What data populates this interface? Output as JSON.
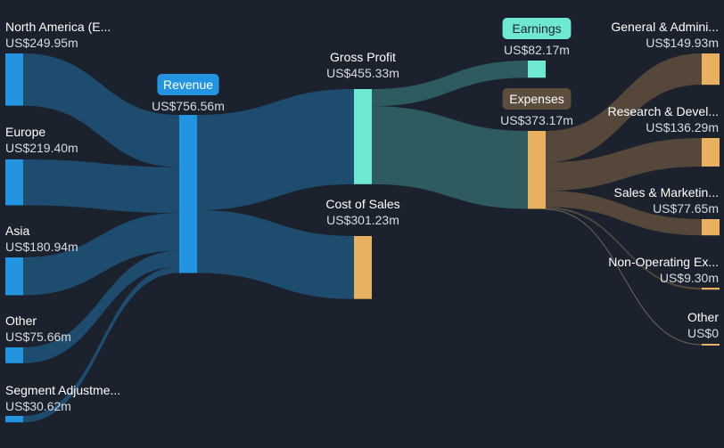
{
  "chart_data": {
    "type": "sankey",
    "currency": "US$",
    "colors": {
      "background": "#1b222d",
      "revenue": "#2394df",
      "profit": "#6fe8d1",
      "cost": "#e7b15f",
      "revenue_link": "#1f4f72",
      "profit_link": "#2f5f63",
      "cost_link": "#594b3c"
    },
    "nodes": [
      {
        "id": "na",
        "name": "North America (E...",
        "value": 249.95,
        "display": "US$249.95m",
        "kind": "revenue"
      },
      {
        "id": "eu",
        "name": "Europe",
        "value": 219.4,
        "display": "US$219.40m",
        "kind": "revenue"
      },
      {
        "id": "asia",
        "name": "Asia",
        "value": 180.94,
        "display": "US$180.94m",
        "kind": "revenue"
      },
      {
        "id": "other_in",
        "name": "Other",
        "value": 75.66,
        "display": "US$75.66m",
        "kind": "revenue"
      },
      {
        "id": "seg",
        "name": "Segment Adjustme...",
        "value": 30.62,
        "display": "US$30.62m",
        "kind": "revenue"
      },
      {
        "id": "rev",
        "name": "Revenue",
        "value": 756.56,
        "display": "US$756.56m",
        "kind": "revenue",
        "pill": true
      },
      {
        "id": "gp",
        "name": "Gross Profit",
        "value": 455.33,
        "display": "US$455.33m",
        "kind": "profit"
      },
      {
        "id": "cos",
        "name": "Cost of Sales",
        "value": 301.23,
        "display": "US$301.23m",
        "kind": "cost"
      },
      {
        "id": "earn",
        "name": "Earnings",
        "value": 82.17,
        "display": "US$82.17m",
        "kind": "profit",
        "pill": true
      },
      {
        "id": "exp",
        "name": "Expenses",
        "value": 373.17,
        "display": "US$373.17m",
        "kind": "cost",
        "pill": true
      },
      {
        "id": "ga",
        "name": "General & Admini...",
        "value": 149.93,
        "display": "US$149.93m",
        "kind": "cost"
      },
      {
        "id": "rd",
        "name": "Research & Devel...",
        "value": 136.29,
        "display": "US$136.29m",
        "kind": "cost"
      },
      {
        "id": "sm",
        "name": "Sales & Marketin...",
        "value": 77.65,
        "display": "US$77.65m",
        "kind": "cost"
      },
      {
        "id": "nonop",
        "name": "Non-Operating Ex...",
        "value": 9.3,
        "display": "US$9.30m",
        "kind": "cost"
      },
      {
        "id": "other_out",
        "name": "Other",
        "value": 0,
        "display": "US$0",
        "kind": "cost"
      }
    ],
    "links": [
      {
        "source": "na",
        "target": "rev",
        "value": 249.95
      },
      {
        "source": "eu",
        "target": "rev",
        "value": 219.4
      },
      {
        "source": "asia",
        "target": "rev",
        "value": 180.94
      },
      {
        "source": "other_in",
        "target": "rev",
        "value": 75.66
      },
      {
        "source": "seg",
        "target": "rev",
        "value": 30.62
      },
      {
        "source": "rev",
        "target": "gp",
        "value": 455.33
      },
      {
        "source": "rev",
        "target": "cos",
        "value": 301.23
      },
      {
        "source": "gp",
        "target": "earn",
        "value": 82.17
      },
      {
        "source": "gp",
        "target": "exp",
        "value": 373.17
      },
      {
        "source": "exp",
        "target": "ga",
        "value": 149.93
      },
      {
        "source": "exp",
        "target": "rd",
        "value": 136.29
      },
      {
        "source": "exp",
        "target": "sm",
        "value": 77.65
      },
      {
        "source": "exp",
        "target": "nonop",
        "value": 9.3
      },
      {
        "source": "exp",
        "target": "other_out",
        "value": 0
      }
    ]
  }
}
